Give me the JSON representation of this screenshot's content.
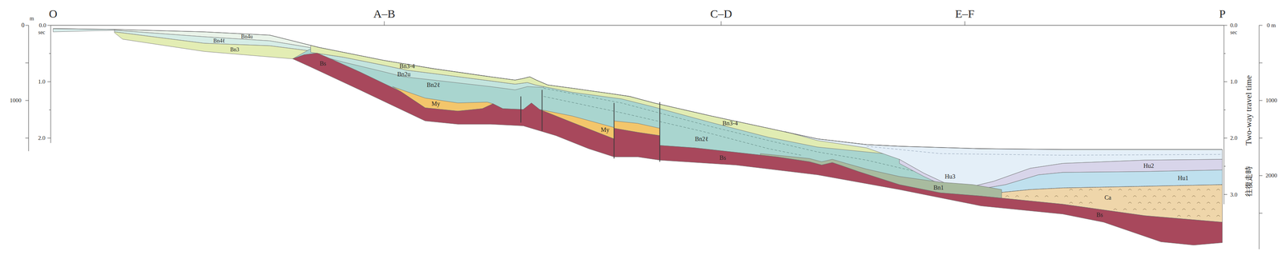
{
  "diagram": {
    "labels": [
      "O",
      "A–B",
      "C–D",
      "E–F",
      "P",
      "m",
      "0",
      "0.0",
      "sec",
      "1.0",
      "1000",
      "2.0",
      "0.0",
      "sec",
      "0 m",
      "1.0",
      "1000",
      "2.0",
      "2000",
      "3.0",
      "Two-way travel time",
      "往復走時",
      "Bn4u",
      "Bn4ℓ",
      "Bn3",
      "Bs",
      "Bn3-4",
      "Bn2u",
      "Bn2ℓ",
      "My",
      "My",
      "Bn3-4",
      "Bn2ℓ",
      "Bs",
      "Hu3",
      "Hu2",
      "Hu1",
      "Bn1",
      "Ca",
      "Bs"
    ]
  }
}
